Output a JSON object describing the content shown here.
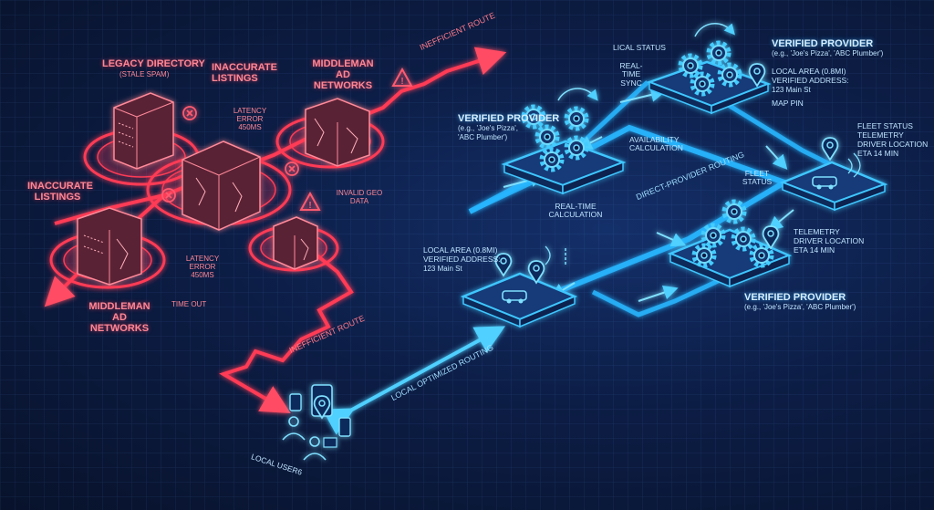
{
  "legacy": {
    "legacy_directory": "LEGACY DIRECTORY",
    "stale_spam": "(STALE SPAM)",
    "inaccurate_listings_top": "INACCURATE LISTINGS",
    "inaccurate_listings_left": "INACCURATE LISTINGS",
    "middleman_top": "MIDDLEMAN AD NETWORKS",
    "middleman_bottom": "MIDDLEMAN AD NETWORKS",
    "inefficient_route_top": "INEFFICIENT ROUTE",
    "inefficient_route_bottom": "INEFFICIENT ROUTE",
    "latency_top": "LATENCY ERROR 450ms",
    "latency_bottom": "LATENCY ERROR 450ms",
    "invalid_geo": "INVALID GEO DATA",
    "time_out": "TIME OUT",
    "local_users": "LOCAL USER6"
  },
  "network": {
    "verified_provider": "VERIFIED PROVIDER",
    "provider_examples_inline": "(e.g., 'Joe's Pizza', 'ABC Plumber')",
    "provider_example_line1": "(e.g., 'Joe's Pizza',",
    "provider_example_line2": "'ABC Plumber')",
    "local_status": "LICAL STATUS",
    "real_time_sync": "REAL-TIME SYNC",
    "local_area": "LOCAL AREA (0.8mi)",
    "verified_address": "VERIFIED ADDRESS:",
    "address": "123 Main St",
    "map_pin": "MAP PIN",
    "availability_calc": "AVAILABILITY CALCULATION",
    "direct_routing": "DIRECT-PROVIDER ROUTING",
    "fleet_status": "FLEET STATUS",
    "telemetry": "TELEMETRY",
    "driver_location": "DRIVER LOCATION",
    "eta": "ETA 14 min",
    "real_time_calc": "REAL-TIME CALCULATION",
    "local_optimized_routing": "LOCAL OPTIMIZED ROUTING"
  },
  "colors": {
    "legacy_red": "#ff3b55",
    "network_cyan": "#27b6ff",
    "background": "#0c1d45"
  }
}
